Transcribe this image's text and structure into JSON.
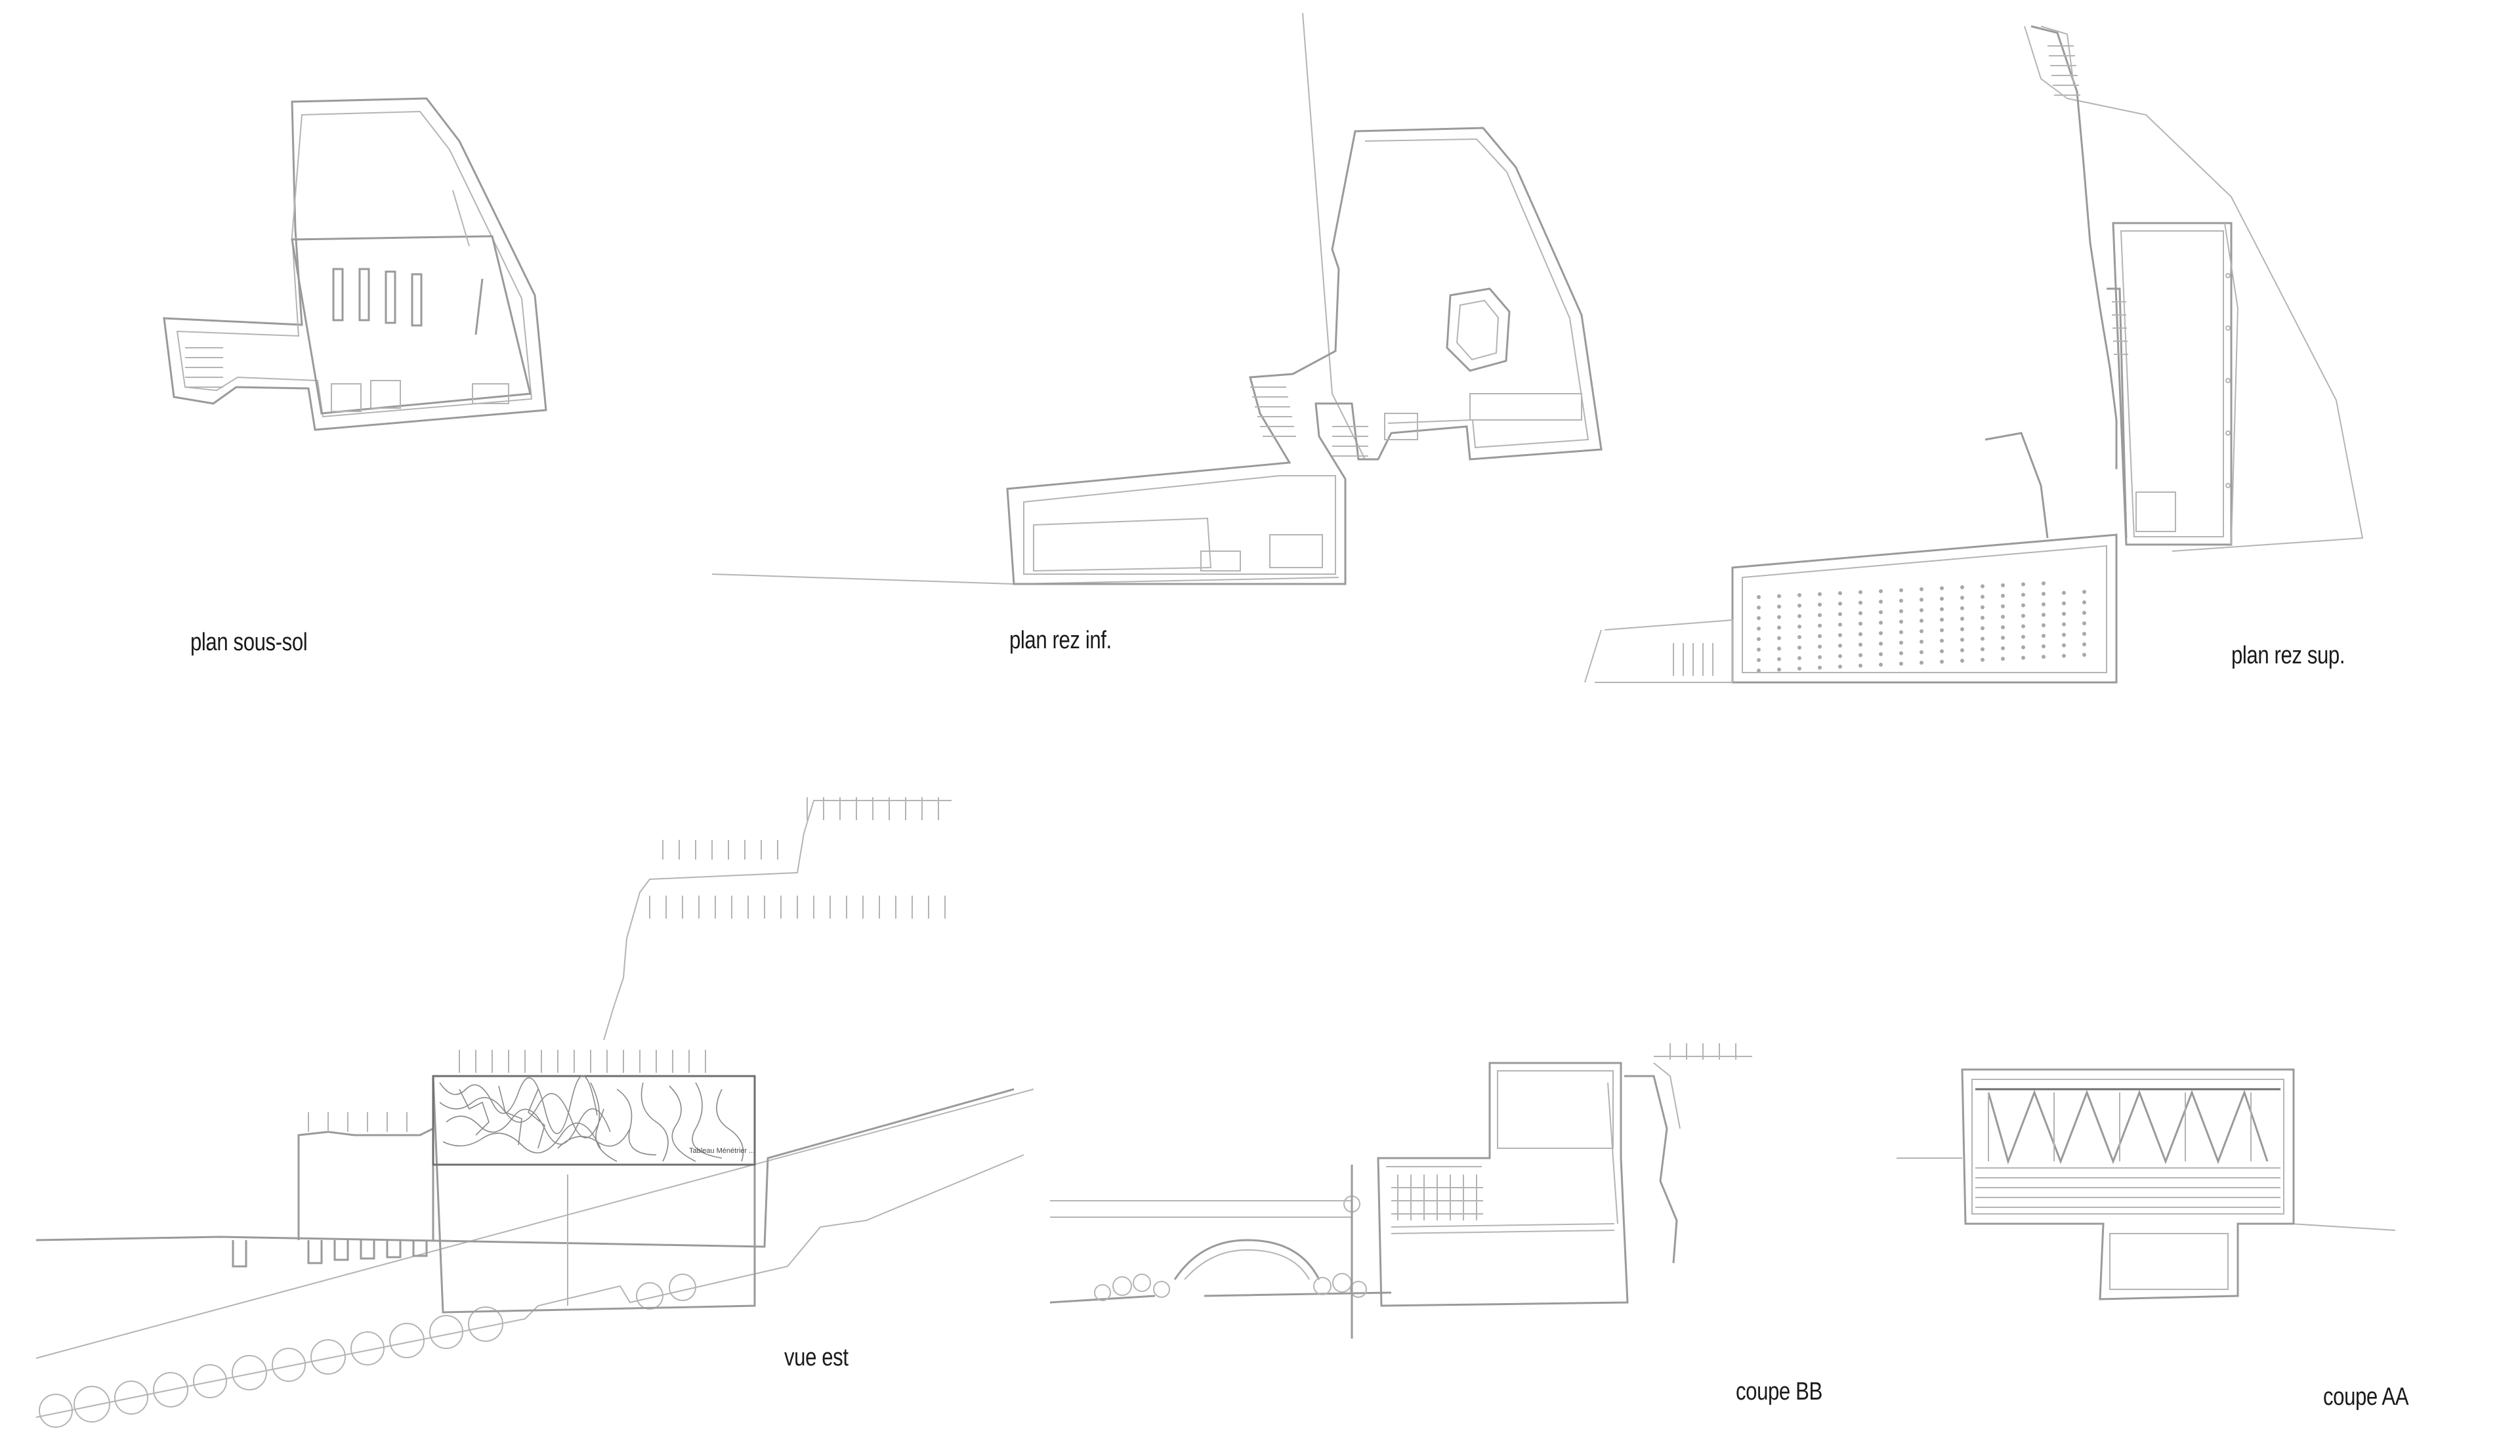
{
  "labels": {
    "plan_basement": "plan sous-sol",
    "plan_lower": "plan rez inf.",
    "plan_upper": "plan rez sup.",
    "east_view": "vue est",
    "section_bb": "coupe BB",
    "section_aa": "coupe AA"
  },
  "mural_inscription": "Tableau Ménétrier ... ",
  "colors": {
    "line": "#9a9a9a",
    "text": "#1a1a1a",
    "background": "#ffffff"
  }
}
